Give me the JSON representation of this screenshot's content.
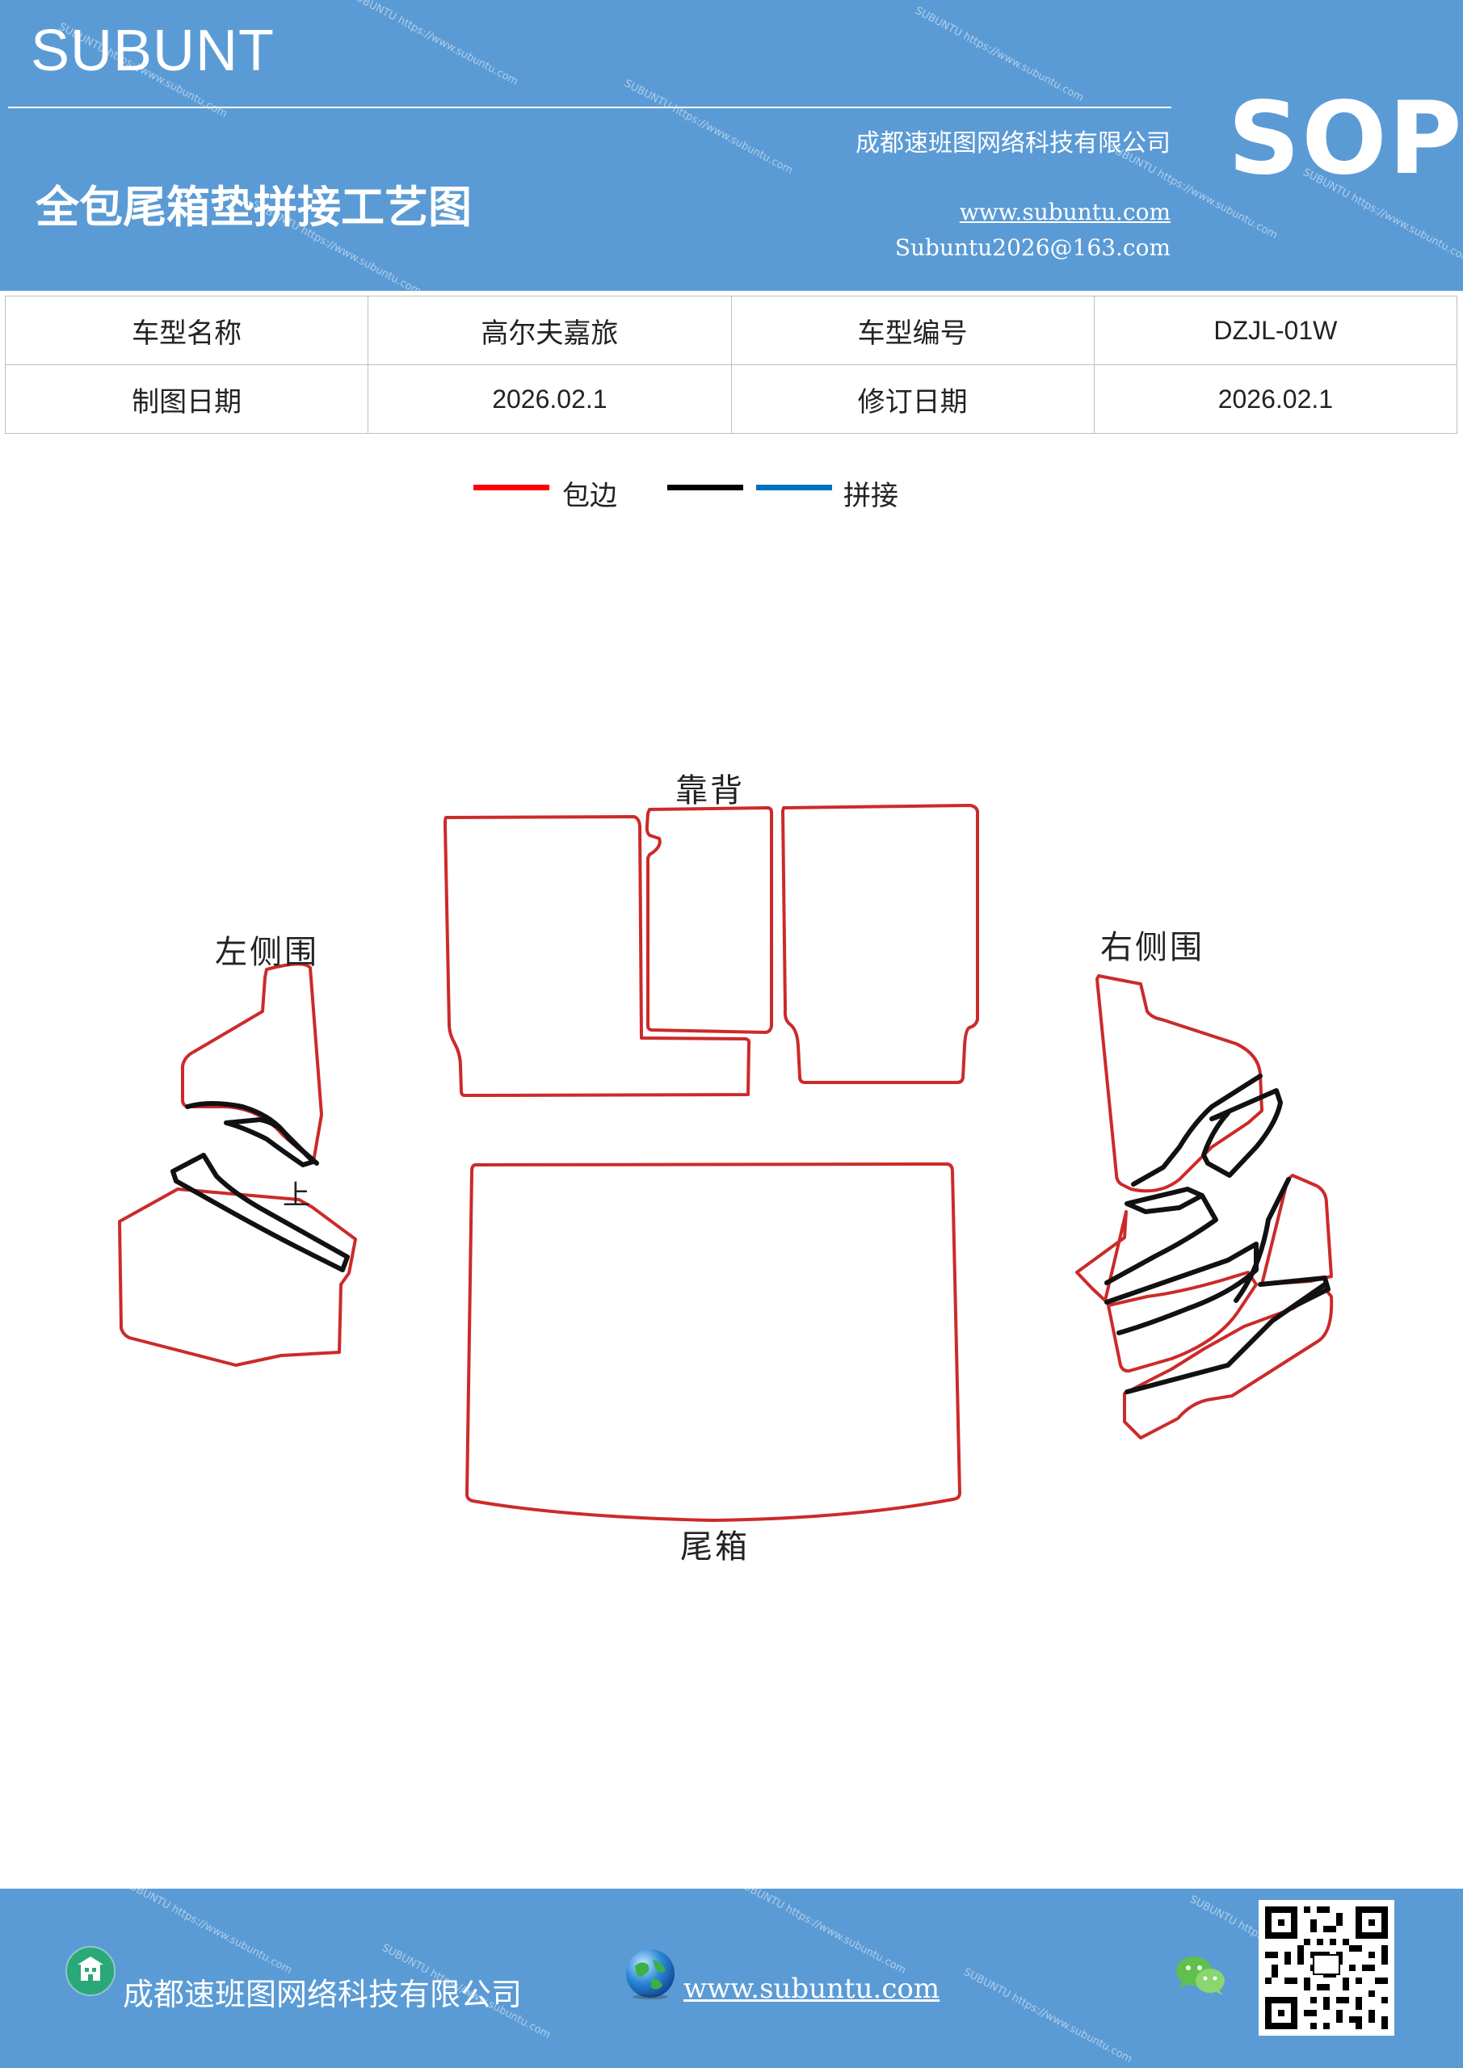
{
  "header": {
    "brand": "SUBUNT",
    "document_title": "全包尾箱垫拼接工艺图",
    "company": "成都速班图网络科技有限公司",
    "website": "www.subuntu.com",
    "email": "Subuntu2026@163.com",
    "badge": "SOP"
  },
  "info_table": {
    "row1": {
      "label1": "车型名称",
      "value1": "高尔夫嘉旅",
      "label2": "车型编号",
      "value2": "DZJL-01W"
    },
    "row2": {
      "label1": "制图日期",
      "value1": "2026.02.1",
      "label2": "修订日期",
      "value2": "2026.02.1"
    }
  },
  "legend": {
    "items": [
      {
        "label": "包边",
        "color": "#ff0000"
      },
      {
        "label": "",
        "color": "#000000"
      },
      {
        "label": "拼接",
        "color": "#0070c0"
      }
    ]
  },
  "diagram": {
    "labels": {
      "backrest": "靠背",
      "left_side": "左侧围",
      "right_side": "右侧围",
      "trunk": "尾箱",
      "up_mark": "上"
    },
    "colors": {
      "edge": "#cc2a2a",
      "seam": "#111111"
    }
  },
  "footer": {
    "company": "成都速班图网络科技有限公司",
    "website": "www.subuntu.com",
    "icons": [
      "building-icon",
      "globe-icon",
      "wechat-icon",
      "qr-code"
    ]
  }
}
